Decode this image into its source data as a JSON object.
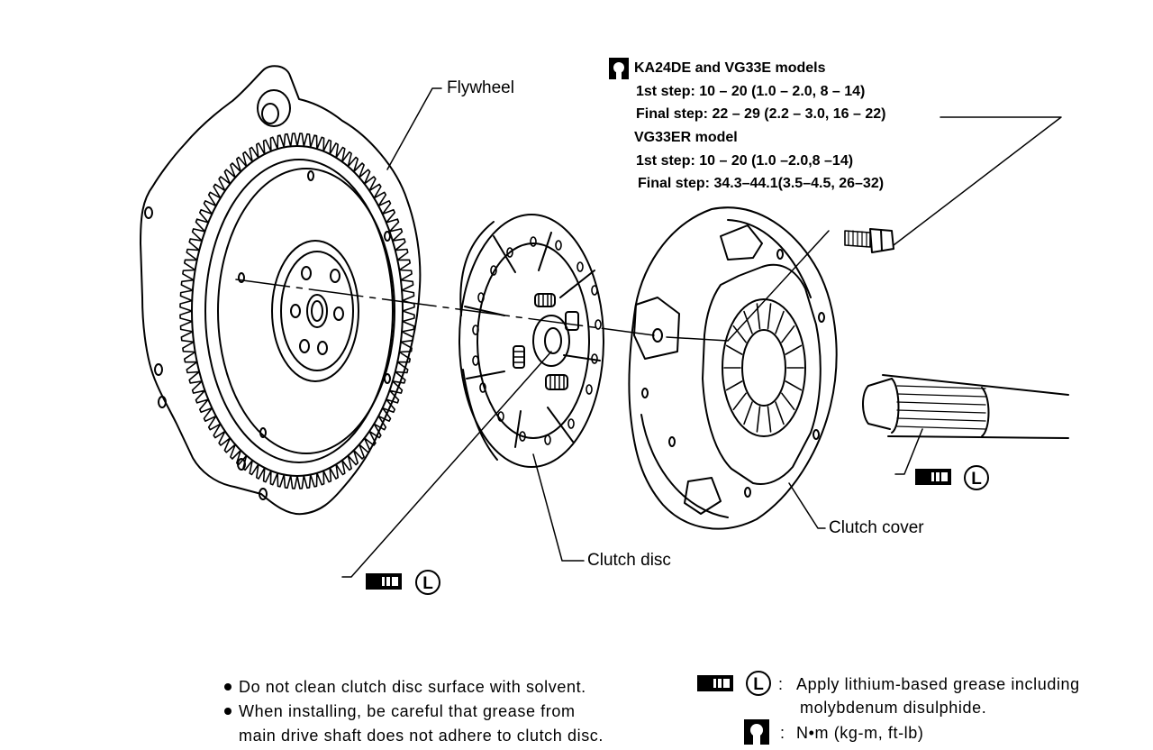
{
  "labels": {
    "flywheel": "Flywheel",
    "clutch_disc": "Clutch disc",
    "clutch_cover": "Clutch cover"
  },
  "torque_spec": {
    "group1_title": "KA24DE and VG33E models",
    "group1_step1": "1st step: 10 – 20 (1.0 – 2.0, 8 – 14)",
    "group1_final": "Final step: 22 – 29 (2.2 – 3.0, 16 – 22)",
    "group2_title": "VG33ER model",
    "group2_step1": "1st step: 10 – 20 (1.0 –2.0,8 –14)",
    "group2_final": "Final step: 34.3–44.1(3.5–4.5, 26–32)"
  },
  "grease_symbol_letter": "L",
  "notes": {
    "line1": "Do not clean clutch disc surface with solvent.",
    "line2": "When installing, be careful that grease from",
    "line3": "main drive shaft does not adhere to clutch disc."
  },
  "legend": {
    "separator": ":",
    "grease_line1": "Apply lithium-based grease including",
    "grease_line2": "molybdenum disulphide.",
    "torque_units": "N•m (kg-m, ft-lb)"
  },
  "icons": [
    "torque-wrench-icon",
    "grease-gun-icon",
    "lubricant-l-icon",
    "bullet-dot-icon"
  ],
  "colors": {
    "ink": "#000000",
    "paper": "#ffffff"
  }
}
